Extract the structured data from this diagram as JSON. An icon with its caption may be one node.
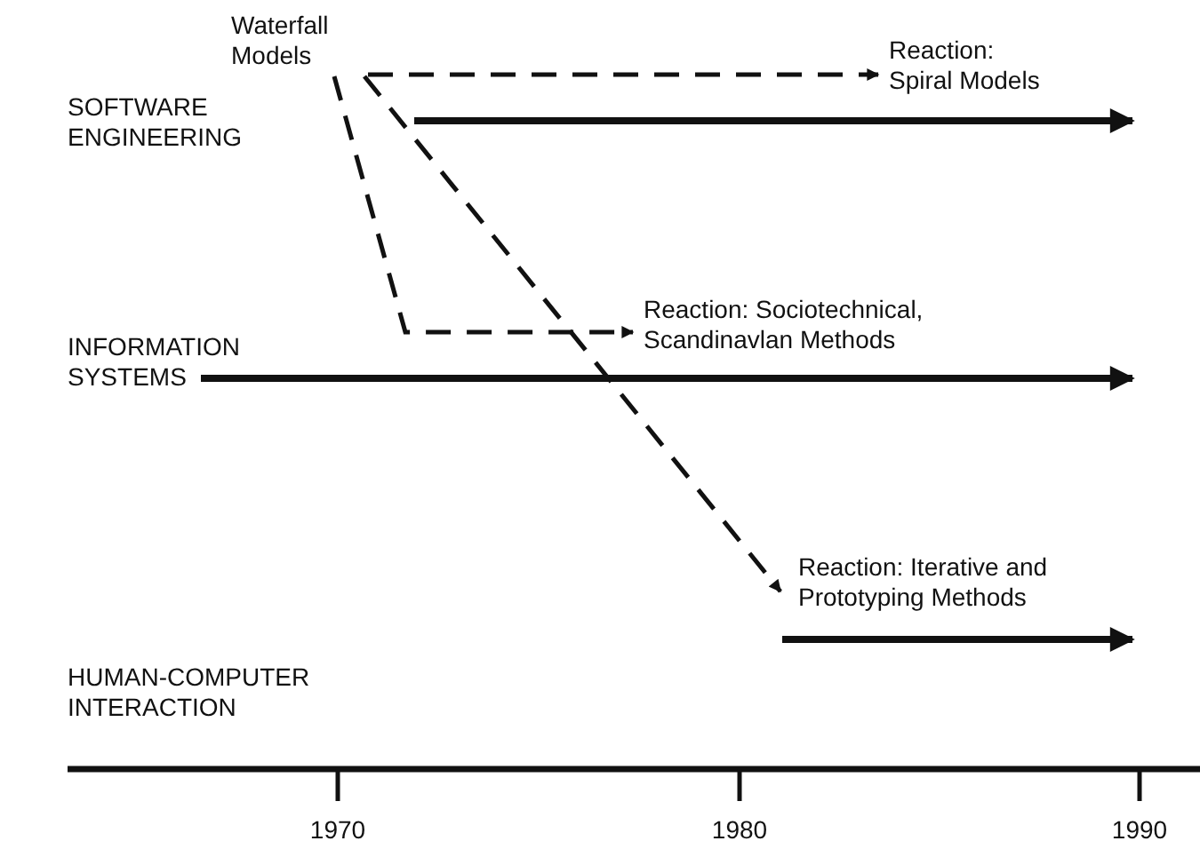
{
  "diagram": {
    "nodes": [
      {
        "text": [
          "Waterfall Models"
        ]
      },
      {
        "text": [
          "Reaction: Spiral Models"
        ]
      },
      {
        "text": [
          "Reaction: Sociotechnical, Scandinavlan Methods"
        ]
      },
      {
        "text": [
          "Reaction: Iterative and Prototyping Methods"
        ]
      }
    ],
    "edges": [
      {
        "from": 0,
        "to": 1,
        "arrow": "to",
        "style": "dashed"
      },
      {
        "from": 0,
        "to": 2,
        "arrow": "to",
        "style": "dashed"
      },
      {
        "from": 0,
        "to": 3,
        "arrow": "to",
        "style": "dashed"
      },
      {
        "from": 3,
        "to": null,
        "arrow": "to"
      }
    ],
    "labels": [
      "SOFTWARE ENGINEERING",
      "INFORMATION SYSTEMS",
      "HUMAN-COMPUTER INTERACTION",
      "1970",
      "1980",
      "1990"
    ]
  }
}
